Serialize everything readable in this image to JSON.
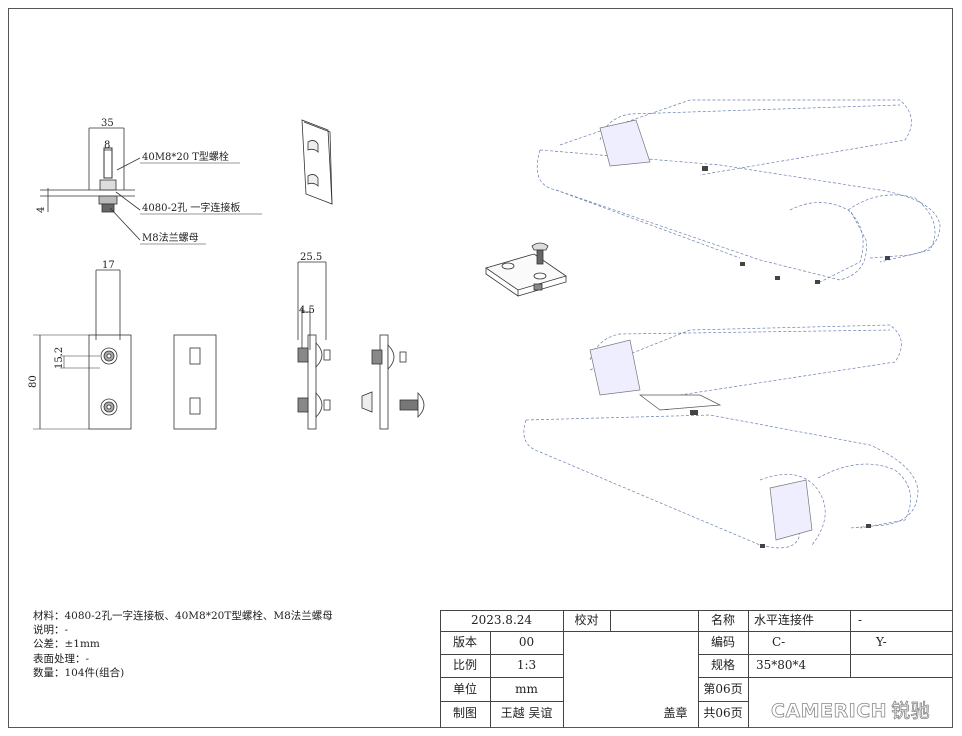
{
  "drawing": {
    "dims": {
      "top_width": "35",
      "top_slot": "8",
      "top_thickness": "4",
      "front_width": "17",
      "front_height": "80",
      "front_hole": "15.2",
      "side_width": "25.5",
      "side_offset": "4.5"
    },
    "callouts": {
      "bolt": "40M8*20 T型螺栓",
      "plate": "4080-2孔 一字连接板",
      "nut": "M8法兰螺母"
    }
  },
  "notes": {
    "material": "材料：4080-2孔一字连接板、40M8*20T型螺栓、M8法兰螺母",
    "description": "说明：-",
    "tolerance": "公差：±1mm",
    "surface": "表面处理：-",
    "quantity": "数量：104件(组合)"
  },
  "title_block": {
    "date": "2023.8.24",
    "check_label": "校对",
    "name_label": "名称",
    "name_value": "水平连接件",
    "name_extra": "-",
    "version_label": "版本",
    "version_value": "00",
    "code_label": "编码",
    "code_value": "C-",
    "code_extra": "Y-",
    "scale_label": "比例",
    "scale_value": "1:3",
    "spec_label": "规格",
    "spec_value": "35*80*4",
    "unit_label": "单位",
    "unit_value": "mm",
    "page_label": "第06页",
    "draw_label": "制图",
    "draw_value": "王越 吴谊",
    "seal_label": "盖章",
    "total_label": "共06页",
    "logo_text": "CAMERICH",
    "logo_cn": "锐驰"
  },
  "colors": {
    "line": "#444444",
    "hidden": "#6a7fb0",
    "paper": "#ffffff"
  }
}
